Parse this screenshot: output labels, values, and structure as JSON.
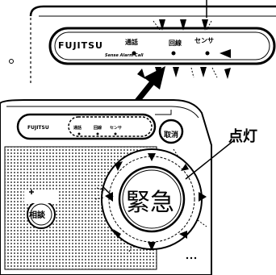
{
  "panel": {
    "brand": "FUJITSU",
    "brand_subtitle": "Sense Alarm Call",
    "lamps": [
      {
        "label": "通話"
      },
      {
        "label": "回線"
      },
      {
        "label": "センサ"
      }
    ]
  },
  "device": {
    "brand": "FUJITSU",
    "lamps": [
      {
        "label": "通話"
      },
      {
        "label": "回線"
      },
      {
        "label": "センサ"
      }
    ],
    "cancel_label": "取消",
    "emergency_label": "緊急",
    "consult_label": "相談"
  },
  "callout": {
    "lit_label": "点灯"
  }
}
